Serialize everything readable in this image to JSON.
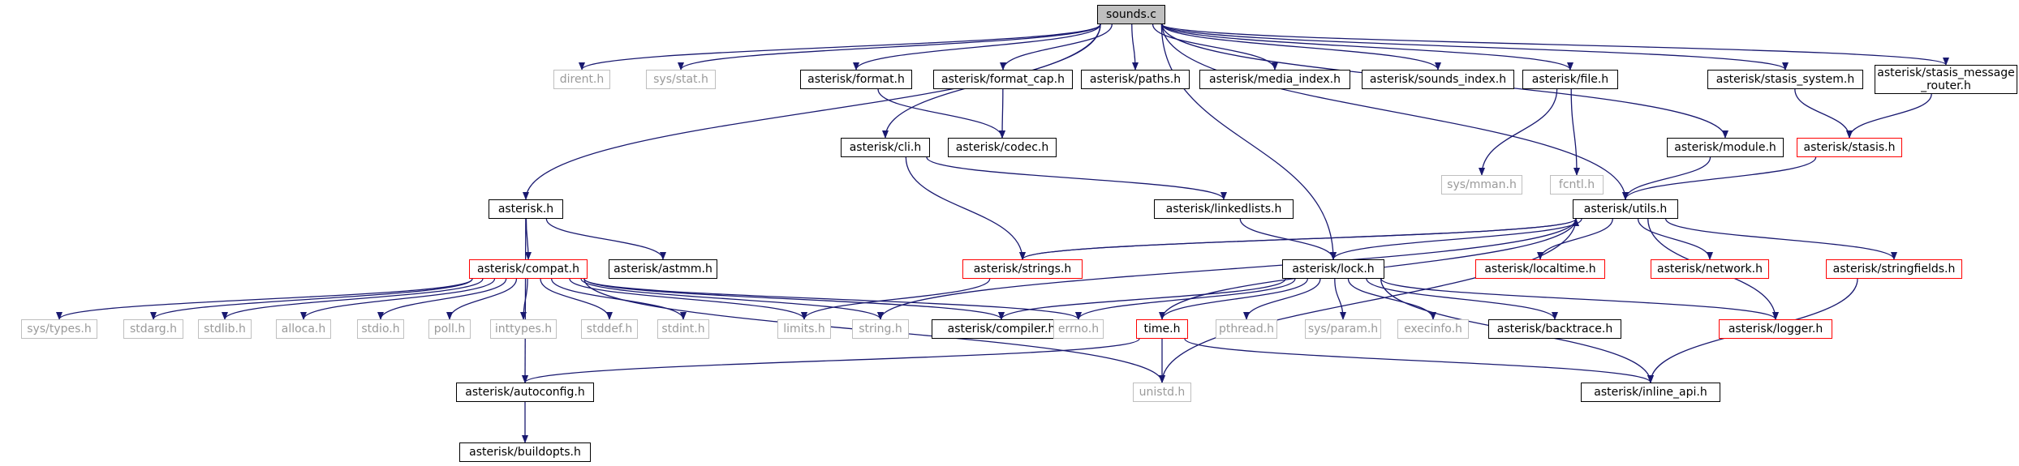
{
  "title": "sounds.c",
  "colors": {
    "edge": "#191970",
    "node_border": "#000000",
    "truncated_border": "#ff0000",
    "system_border": "#bfbfbf",
    "system_text": "#9a9a9a",
    "root_fill": "#bfbfbf"
  },
  "nodes": [
    {
      "id": "sounds_c",
      "label": "sounds.c",
      "style": "root"
    },
    {
      "id": "dirent_h",
      "label": "dirent.h",
      "style": "gray"
    },
    {
      "id": "sys_stat_h",
      "label": "sys/stat.h",
      "style": "gray"
    },
    {
      "id": "ast_format_h",
      "label": "asterisk/format.h",
      "style": "black"
    },
    {
      "id": "ast_format_cap_h",
      "label": "asterisk/format_cap.h",
      "style": "black"
    },
    {
      "id": "ast_paths_h",
      "label": "asterisk/paths.h",
      "style": "black"
    },
    {
      "id": "ast_media_index_h",
      "label": "asterisk/media_index.h",
      "style": "black"
    },
    {
      "id": "ast_sounds_index_h",
      "label": "asterisk/sounds_index.h",
      "style": "black"
    },
    {
      "id": "ast_file_h",
      "label": "asterisk/file.h",
      "style": "black"
    },
    {
      "id": "ast_stasis_system_h",
      "label": "asterisk/stasis_system.h",
      "style": "black"
    },
    {
      "id": "ast_stasis_message_router_h",
      "label": "asterisk/stasis_message\n_router.h",
      "style": "black"
    },
    {
      "id": "ast_codec_h",
      "label": "asterisk/codec.h",
      "style": "black"
    },
    {
      "id": "ast_cli_h",
      "label": "asterisk/cli.h",
      "style": "black"
    },
    {
      "id": "sys_mman_h",
      "label": "sys/mman.h",
      "style": "gray"
    },
    {
      "id": "fcntl_h",
      "label": "fcntl.h",
      "style": "gray"
    },
    {
      "id": "ast_module_h",
      "label": "asterisk/module.h",
      "style": "black"
    },
    {
      "id": "ast_stasis_h",
      "label": "asterisk/stasis.h",
      "style": "red"
    },
    {
      "id": "asterisk_h",
      "label": "asterisk.h",
      "style": "black"
    },
    {
      "id": "ast_linkedlists_h",
      "label": "asterisk/linkedlists.h",
      "style": "black"
    },
    {
      "id": "ast_utils_h",
      "label": "asterisk/utils.h",
      "style": "black"
    },
    {
      "id": "ast_compat_h",
      "label": "asterisk/compat.h",
      "style": "red"
    },
    {
      "id": "ast_astmm_h",
      "label": "asterisk/astmm.h",
      "style": "black"
    },
    {
      "id": "ast_strings_h",
      "label": "asterisk/strings.h",
      "style": "red"
    },
    {
      "id": "ast_lock_h",
      "label": "asterisk/lock.h",
      "style": "black"
    },
    {
      "id": "ast_localtime_h",
      "label": "asterisk/localtime.h",
      "style": "red"
    },
    {
      "id": "ast_network_h",
      "label": "asterisk/network.h",
      "style": "red"
    },
    {
      "id": "ast_stringfields_h",
      "label": "asterisk/stringfields.h",
      "style": "red"
    },
    {
      "id": "sys_types_h",
      "label": "sys/types.h",
      "style": "gray"
    },
    {
      "id": "stdarg_h",
      "label": "stdarg.h",
      "style": "gray"
    },
    {
      "id": "stdlib_h",
      "label": "stdlib.h",
      "style": "gray"
    },
    {
      "id": "alloca_h",
      "label": "alloca.h",
      "style": "gray"
    },
    {
      "id": "stdio_h",
      "label": "stdio.h",
      "style": "gray"
    },
    {
      "id": "poll_h",
      "label": "poll.h",
      "style": "gray"
    },
    {
      "id": "inttypes_h",
      "label": "inttypes.h",
      "style": "gray"
    },
    {
      "id": "stddef_h",
      "label": "stddef.h",
      "style": "gray"
    },
    {
      "id": "stdint_h",
      "label": "stdint.h",
      "style": "gray"
    },
    {
      "id": "limits_h",
      "label": "limits.h",
      "style": "gray"
    },
    {
      "id": "string_h",
      "label": "string.h",
      "style": "gray"
    },
    {
      "id": "ast_compiler_h",
      "label": "asterisk/compiler.h",
      "style": "black"
    },
    {
      "id": "errno_h",
      "label": "errno.h",
      "style": "gray"
    },
    {
      "id": "time_h",
      "label": "time.h",
      "style": "red"
    },
    {
      "id": "pthread_h",
      "label": "pthread.h",
      "style": "gray"
    },
    {
      "id": "sys_param_h",
      "label": "sys/param.h",
      "style": "gray"
    },
    {
      "id": "execinfo_h",
      "label": "execinfo.h",
      "style": "gray"
    },
    {
      "id": "ast_backtrace_h",
      "label": "asterisk/backtrace.h",
      "style": "black"
    },
    {
      "id": "ast_logger_h",
      "label": "asterisk/logger.h",
      "style": "red"
    },
    {
      "id": "ast_autoconfig_h",
      "label": "asterisk/autoconfig.h",
      "style": "black"
    },
    {
      "id": "unistd_h",
      "label": "unistd.h",
      "style": "gray"
    },
    {
      "id": "ast_inline_api_h",
      "label": "asterisk/inline_api.h",
      "style": "black"
    },
    {
      "id": "ast_buildopts_h",
      "label": "asterisk/buildopts.h",
      "style": "black"
    }
  ],
  "edges": [
    [
      "sounds_c",
      "dirent_h"
    ],
    [
      "sounds_c",
      "sys_stat_h"
    ],
    [
      "sounds_c",
      "ast_format_h"
    ],
    [
      "sounds_c",
      "ast_format_cap_h"
    ],
    [
      "sounds_c",
      "ast_paths_h"
    ],
    [
      "sounds_c",
      "ast_media_index_h"
    ],
    [
      "sounds_c",
      "ast_sounds_index_h"
    ],
    [
      "sounds_c",
      "ast_file_h"
    ],
    [
      "sounds_c",
      "ast_stasis_system_h"
    ],
    [
      "sounds_c",
      "ast_stasis_message_router_h"
    ],
    [
      "sounds_c",
      "ast_cli_h"
    ],
    [
      "sounds_c",
      "ast_module_h"
    ],
    [
      "sounds_c",
      "asterisk_h"
    ],
    [
      "sounds_c",
      "ast_utils_h"
    ],
    [
      "sounds_c",
      "ast_lock_h"
    ],
    [
      "ast_format_h",
      "ast_codec_h"
    ],
    [
      "ast_format_cap_h",
      "ast_codec_h"
    ],
    [
      "ast_file_h",
      "sys_mman_h"
    ],
    [
      "ast_file_h",
      "fcntl_h"
    ],
    [
      "ast_stasis_system_h",
      "ast_stasis_h"
    ],
    [
      "ast_stasis_message_router_h",
      "ast_stasis_h"
    ],
    [
      "ast_stasis_h",
      "ast_utils_h"
    ],
    [
      "ast_module_h",
      "ast_utils_h"
    ],
    [
      "ast_cli_h",
      "ast_linkedlists_h"
    ],
    [
      "ast_cli_h",
      "ast_strings_h"
    ],
    [
      "ast_linkedlists_h",
      "ast_lock_h"
    ],
    [
      "asterisk_h",
      "ast_compat_h"
    ],
    [
      "asterisk_h",
      "ast_astmm_h"
    ],
    [
      "asterisk_h",
      "ast_autoconfig_h"
    ],
    [
      "ast_utils_h",
      "ast_strings_h"
    ],
    [
      "ast_utils_h",
      "ast_lock_h"
    ],
    [
      "ast_utils_h",
      "ast_localtime_h"
    ],
    [
      "ast_utils_h",
      "ast_network_h"
    ],
    [
      "ast_utils_h",
      "ast_stringfields_h"
    ],
    [
      "ast_utils_h",
      "ast_logger_h"
    ],
    [
      "ast_utils_h",
      "unistd_h"
    ],
    [
      "ast_utils_h",
      "string_h"
    ],
    [
      "ast_strings_h",
      "ast_utils_h"
    ],
    [
      "ast_strings_h",
      "limits_h"
    ],
    [
      "ast_compat_h",
      "sys_types_h"
    ],
    [
      "ast_compat_h",
      "stdarg_h"
    ],
    [
      "ast_compat_h",
      "stdlib_h"
    ],
    [
      "ast_compat_h",
      "alloca_h"
    ],
    [
      "ast_compat_h",
      "stdio_h"
    ],
    [
      "ast_compat_h",
      "poll_h"
    ],
    [
      "ast_compat_h",
      "inttypes_h"
    ],
    [
      "ast_compat_h",
      "stddef_h"
    ],
    [
      "ast_compat_h",
      "stdint_h"
    ],
    [
      "ast_compat_h",
      "limits_h"
    ],
    [
      "ast_compat_h",
      "string_h"
    ],
    [
      "ast_compat_h",
      "ast_compiler_h"
    ],
    [
      "ast_compat_h",
      "errno_h"
    ],
    [
      "ast_compat_h",
      "unistd_h"
    ],
    [
      "ast_lock_h",
      "errno_h"
    ],
    [
      "ast_lock_h",
      "ast_compiler_h"
    ],
    [
      "ast_lock_h",
      "time_h"
    ],
    [
      "ast_lock_h",
      "pthread_h"
    ],
    [
      "ast_lock_h",
      "sys_param_h"
    ],
    [
      "ast_lock_h",
      "execinfo_h"
    ],
    [
      "ast_lock_h",
      "ast_backtrace_h"
    ],
    [
      "ast_lock_h",
      "ast_logger_h"
    ],
    [
      "ast_lock_h",
      "ast_inline_api_h"
    ],
    [
      "time_h",
      "ast_autoconfig_h"
    ],
    [
      "time_h",
      "unistd_h"
    ],
    [
      "time_h",
      "ast_inline_api_h"
    ],
    [
      "time_h",
      "ast_utils_h"
    ],
    [
      "ast_stringfields_h",
      "ast_inline_api_h"
    ],
    [
      "ast_autoconfig_h",
      "ast_buildopts_h"
    ]
  ]
}
